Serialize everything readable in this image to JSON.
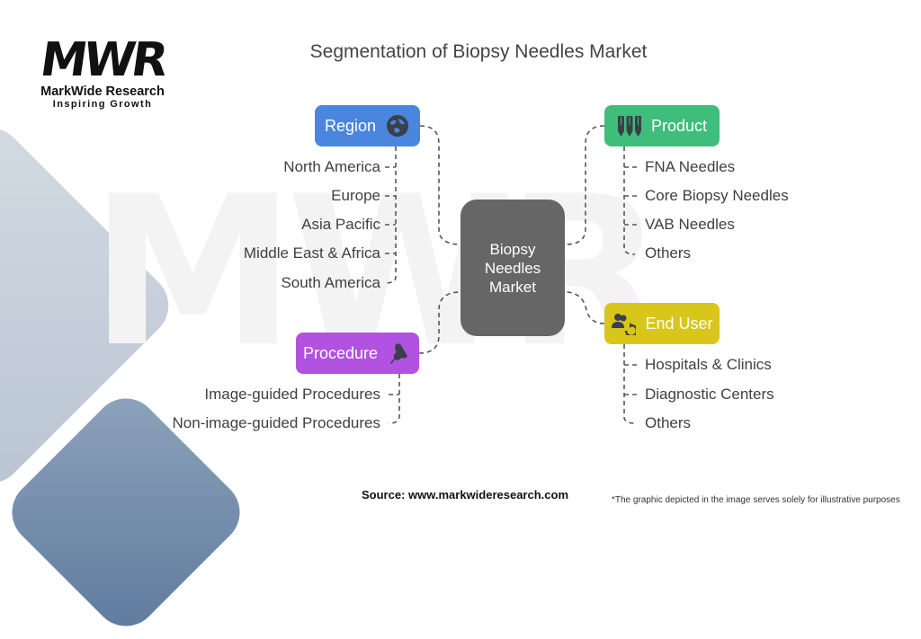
{
  "title": "Segmentation of Biopsy Needles Market",
  "logo": {
    "mark": "MWR",
    "name": "MarkWide Research",
    "tagline": "Inspiring Growth"
  },
  "watermark": "MWR",
  "center": {
    "label_lines": [
      "Biopsy",
      "Needles",
      "Market"
    ]
  },
  "segments": {
    "region": {
      "label": "Region",
      "icon": "globe-icon",
      "color": "#4a86de",
      "items": [
        "North America",
        "Europe",
        "Asia Pacific",
        "Middle East & Africa",
        "South America"
      ]
    },
    "product": {
      "label": "Product",
      "icon": "needles-icon",
      "color": "#3fbd7a",
      "items": [
        "FNA Needles",
        "Core Biopsy Needles",
        "VAB Needles",
        "Others"
      ]
    },
    "procedure": {
      "label": "Procedure",
      "icon": "procedure-hand-icon",
      "color": "#b152e0",
      "items": [
        "Image-guided Procedures",
        "Non-image-guided Procedures"
      ]
    },
    "end_user": {
      "label": "End User",
      "icon": "users-refresh-icon",
      "color": "#d9c61a",
      "items": [
        "Hospitals & Clinics",
        "Diagnostic Centers",
        "Others"
      ]
    }
  },
  "footer": {
    "source": "Source: www.markwideresearch.com",
    "disclaimer": "*The graphic depicted in the image serves solely for illustrative purposes"
  }
}
